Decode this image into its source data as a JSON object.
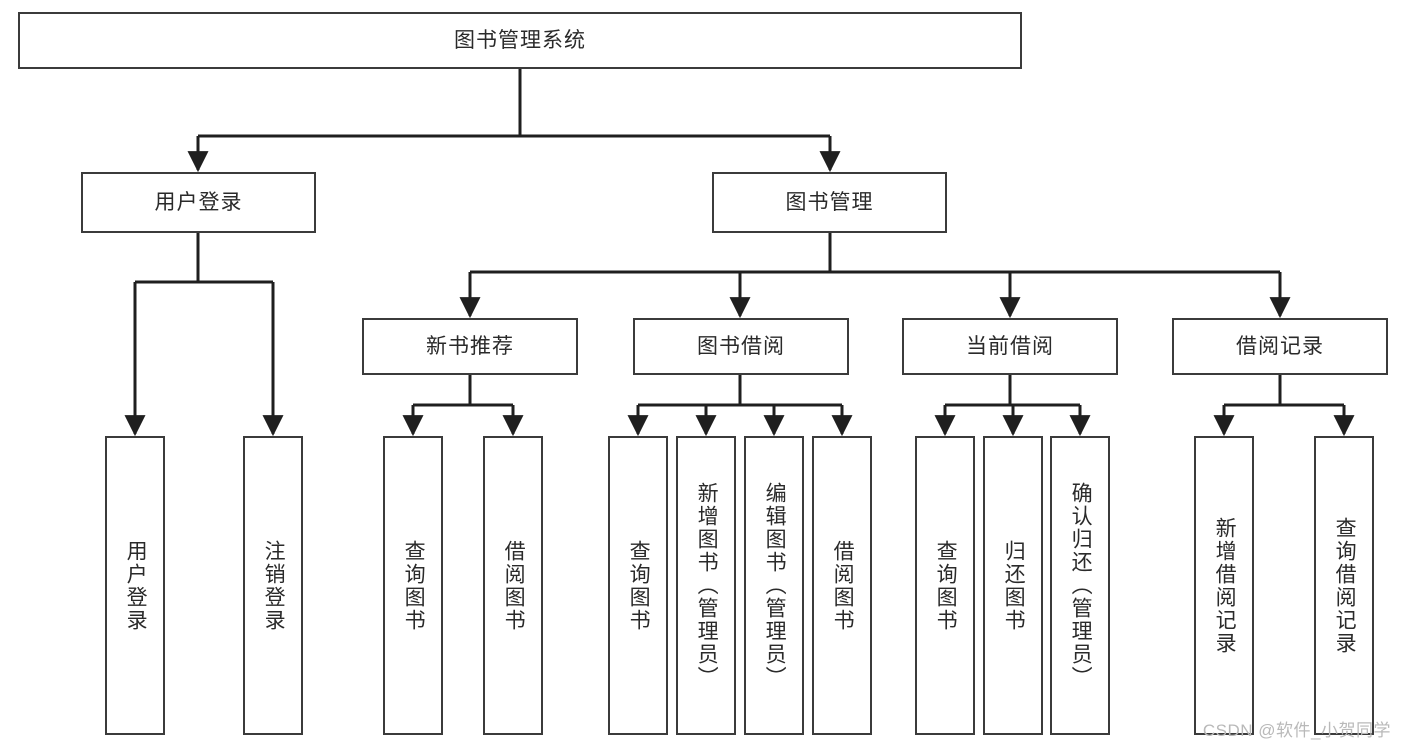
{
  "diagram": {
    "title": "图书管理系统",
    "type": "tree-hierarchy-chart",
    "watermark": "CSDN @软件_小贺同学",
    "colors": {
      "box_border": "#3b3b3b",
      "box_fill": "#ffffff",
      "edge": "#1f1f1f",
      "text": "#2a2a2a",
      "watermark": "#b9b9b9",
      "background": "#ffffff"
    },
    "nodes": {
      "root": {
        "label": "图书管理系统"
      },
      "level1": [
        {
          "id": "user-login",
          "label": "用户登录"
        },
        {
          "id": "book-manage",
          "label": "图书管理"
        }
      ],
      "level2": [
        {
          "id": "new-book-recommend",
          "label": "新书推荐"
        },
        {
          "id": "book-borrow",
          "label": "图书借阅"
        },
        {
          "id": "current-borrow",
          "label": "当前借阅"
        },
        {
          "id": "borrow-record",
          "label": "借阅记录"
        }
      ],
      "leaves": {
        "user_login": [
          {
            "id": "leaf-user-login",
            "label": "用户登录"
          },
          {
            "id": "leaf-logout-login",
            "label": "注销登录"
          }
        ],
        "new_book_recommend": [
          {
            "id": "leaf-query-book-1",
            "label": "查询图书"
          },
          {
            "id": "leaf-borrow-book-1",
            "label": "借阅图书"
          }
        ],
        "book_borrow": [
          {
            "id": "leaf-query-book-2",
            "label": "查询图书"
          },
          {
            "id": "leaf-add-book",
            "label": "新增图书（管理员）"
          },
          {
            "id": "leaf-edit-book",
            "label": "编辑图书（管理员）"
          },
          {
            "id": "leaf-borrow-book-2",
            "label": "借阅图书"
          }
        ],
        "current_borrow": [
          {
            "id": "leaf-query-book-3",
            "label": "查询图书"
          },
          {
            "id": "leaf-return-book",
            "label": "归还图书"
          },
          {
            "id": "leaf-confirm-return",
            "label": "确认归还（管理员）"
          }
        ],
        "borrow_record": [
          {
            "id": "leaf-add-borrow-record",
            "label": "新增借阅记录"
          },
          {
            "id": "leaf-query-borrow-record",
            "label": "查询借阅记录"
          }
        ]
      }
    }
  }
}
